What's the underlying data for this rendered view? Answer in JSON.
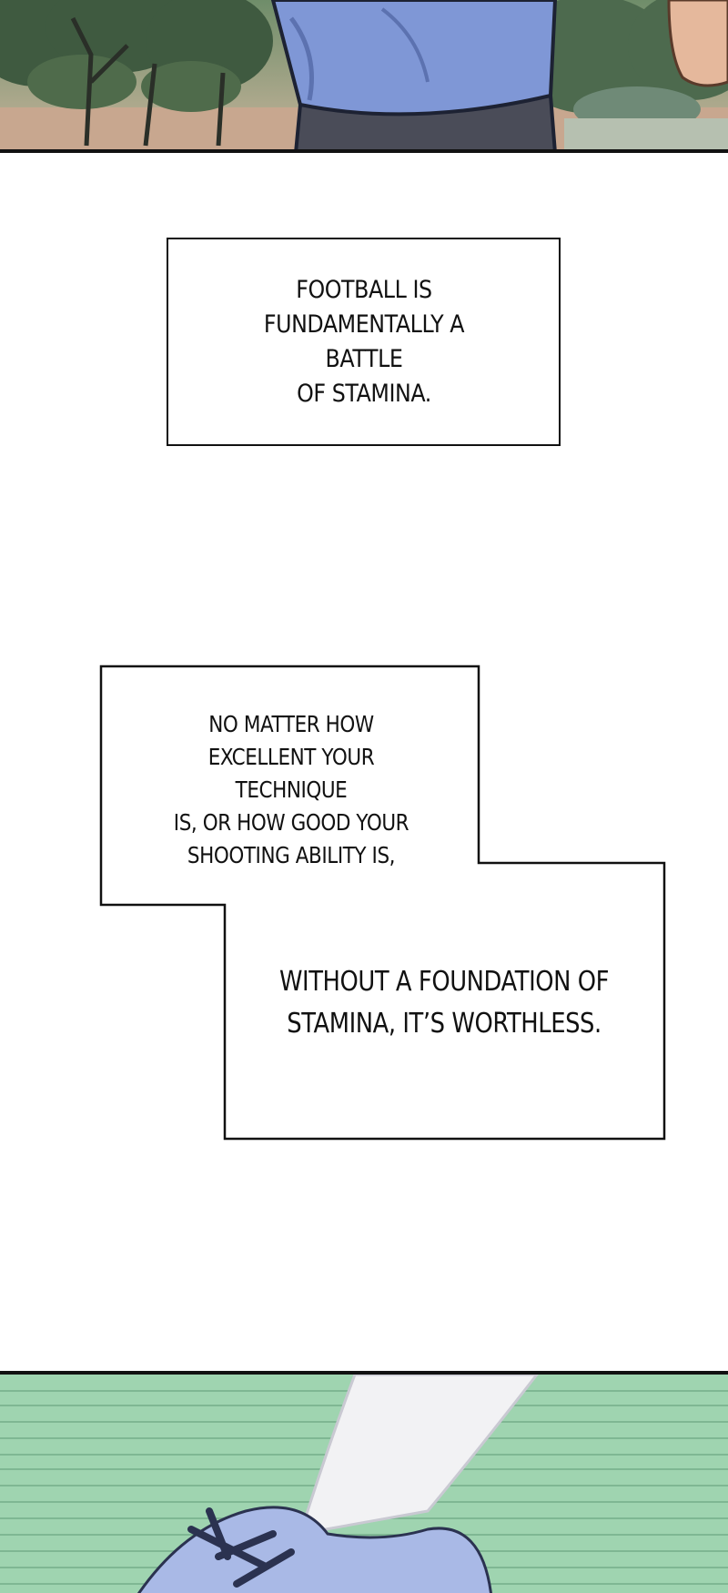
{
  "captions": {
    "box1": {
      "lines": [
        "FOOTBALL IS",
        "FUNDAMENTALLY A BATTLE",
        "OF STAMINA."
      ]
    },
    "box2": {
      "lines": [
        "NO MATTER HOW",
        "EXCELLENT YOUR TECHNIQUE",
        "IS, OR HOW GOOD YOUR",
        "SHOOTING ABILITY IS,"
      ]
    },
    "box3": {
      "lines": [
        "WITHOUT A FOUNDATION OF",
        "STAMINA, IT’S WORTHLESS."
      ]
    }
  },
  "colors": {
    "border": "#111111",
    "foliage": "#3f5a40",
    "shirt": "#7f97d6",
    "pants": "#4a4c58",
    "speed_lines_bg": "#9fd4b0",
    "sock": "#f2f2f4",
    "shoe": "#a9b9e6"
  }
}
